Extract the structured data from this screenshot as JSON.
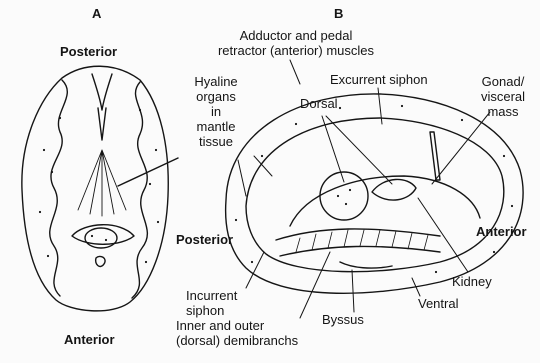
{
  "panel_a": {
    "letter": "A",
    "top_label": "Posterior",
    "bottom_label": "Anterior"
  },
  "panel_b": {
    "letter": "B",
    "labels": {
      "adductor": "Adductor and pedal\nretractor (anterior) muscles",
      "hyaline": "Hyaline\norgans\nin\nmantle\ntissue",
      "dorsal": "Dorsal",
      "excurrent": "Excurrent siphon",
      "gonad": "Gonad/\nvisceral\nmass",
      "posterior": "Posterior",
      "anterior": "Anterior",
      "incurrent": "Incurrent\nsiphon",
      "kidney": "Kidney",
      "ventral": "Ventral",
      "byssus": "Byssus",
      "demibranchs": "Inner and outer\n(dorsal) demibranchs"
    }
  },
  "colors": {
    "ink": "#151515",
    "paper": "#fbfbfb"
  }
}
